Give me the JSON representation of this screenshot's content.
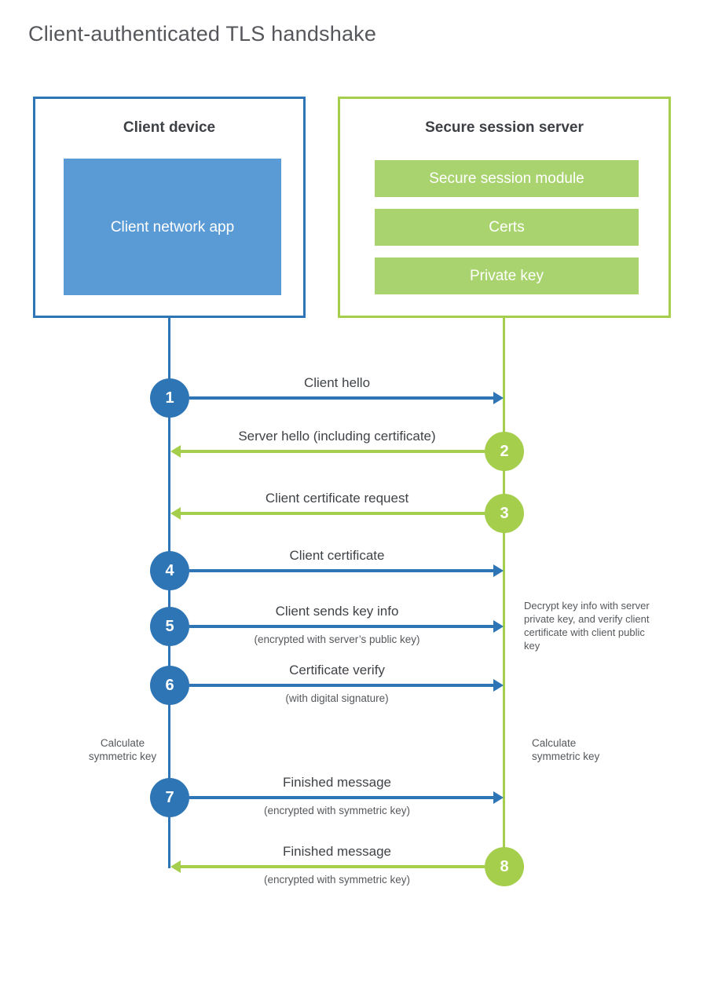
{
  "title": "Client-authenticated TLS handshake",
  "colors": {
    "blue": "#2e75b6",
    "blue_fill": "#5b9bd5",
    "green": "#a5ce4d",
    "green_fill": "#a9d36e"
  },
  "client": {
    "title": "Client device",
    "app_label": "Client network app"
  },
  "server": {
    "title": "Secure session server",
    "modules": [
      "Secure session module",
      "Certs",
      "Private key"
    ]
  },
  "steps": [
    {
      "num": "1",
      "label": "Client hello",
      "from": "client",
      "to": "server",
      "color": "blue"
    },
    {
      "num": "2",
      "label": "Server hello (including certificate)",
      "from": "server",
      "to": "client",
      "color": "green"
    },
    {
      "num": "3",
      "label": "Client certificate request",
      "from": "server",
      "to": "client",
      "color": "green"
    },
    {
      "num": "4",
      "label": "Client certificate",
      "from": "client",
      "to": "server",
      "color": "blue"
    },
    {
      "num": "5",
      "label": "Client sends key info",
      "sub": "(encrypted with server’s public key)",
      "from": "client",
      "to": "server",
      "color": "blue"
    },
    {
      "num": "6",
      "label": "Certificate verify",
      "sub": "(with digital signature)",
      "from": "client",
      "to": "server",
      "color": "blue"
    },
    {
      "num": "7",
      "label": "Finished message",
      "sub": "(encrypted with symmetric key)",
      "from": "client",
      "to": "server",
      "color": "blue"
    },
    {
      "num": "8",
      "label": "Finished message",
      "sub": "(encrypted with symmetric key)",
      "from": "server",
      "to": "client",
      "color": "green"
    }
  ],
  "notes": {
    "decrypt": "Decrypt key info with server private key, and verify client certificate with client public key",
    "calc_left": "Calculate symmetric key",
    "calc_right": "Calculate symmetric key"
  }
}
